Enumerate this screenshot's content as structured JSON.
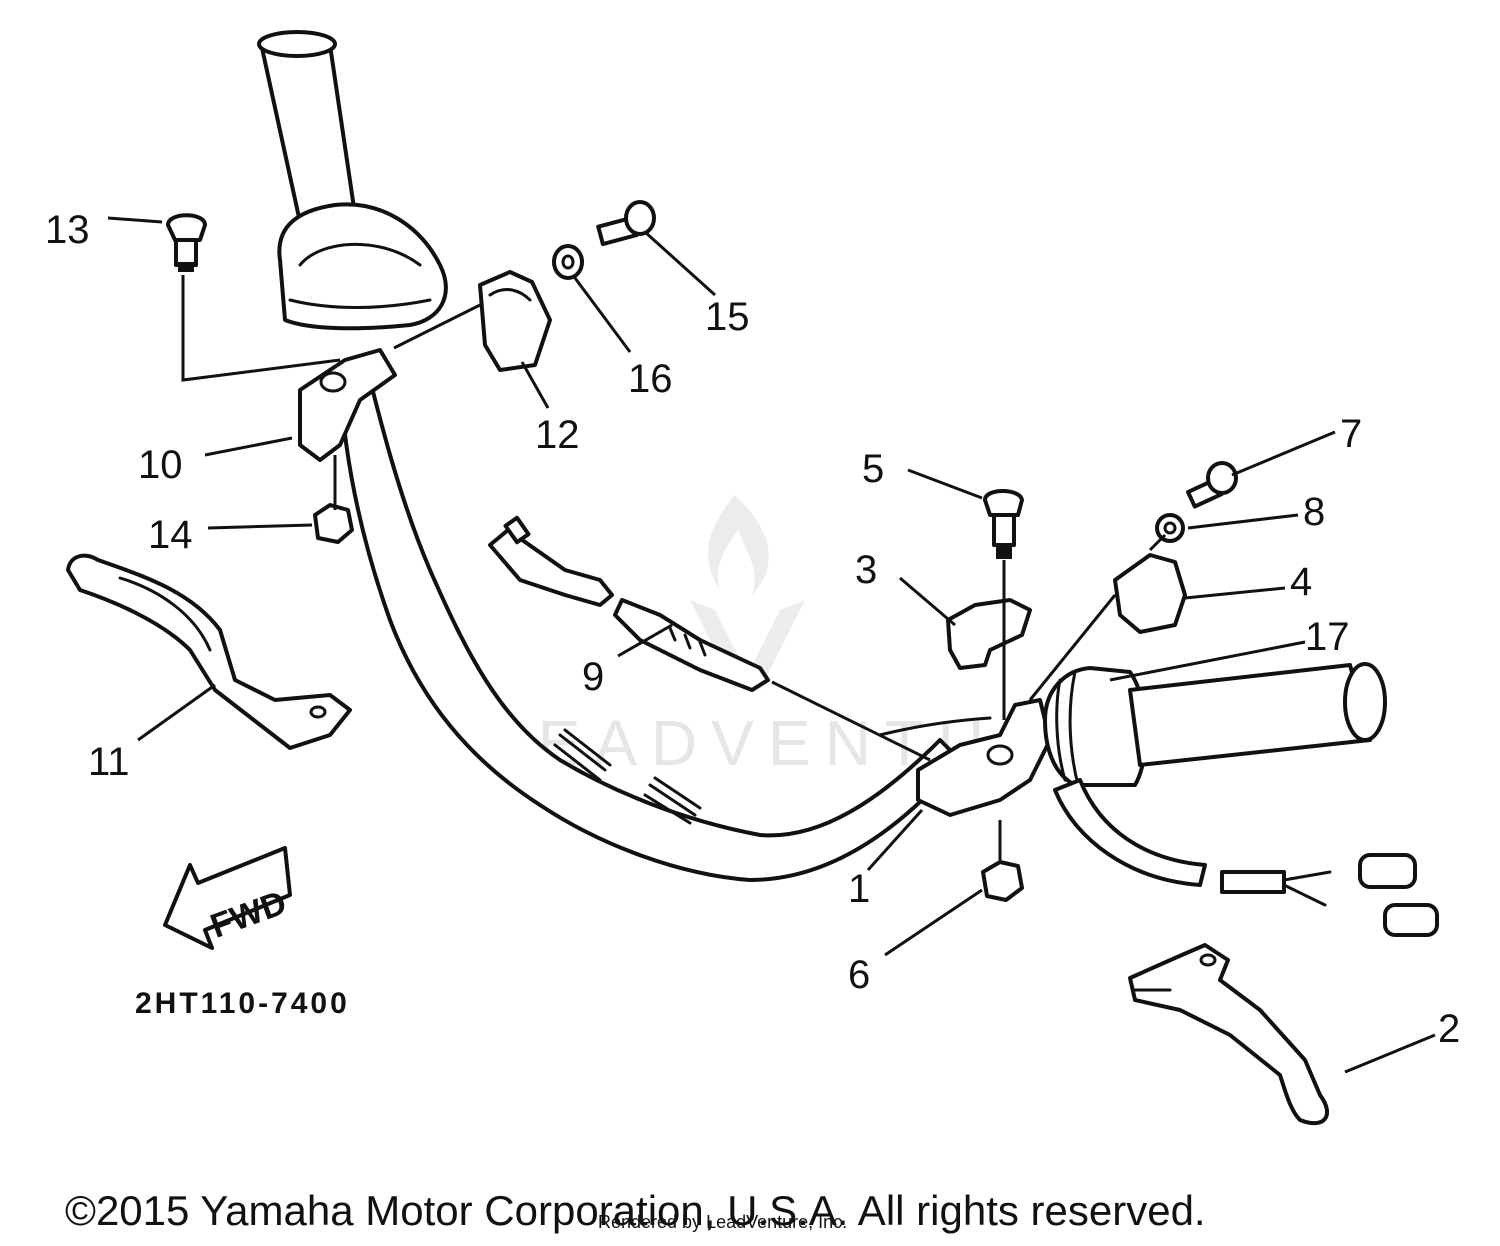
{
  "diagram": {
    "code": "2HT110-7400",
    "fwd_label": "FWD",
    "copyright": "©2015 Yamaha Motor Corporation, U.S.A. All rights reserved.",
    "rendered_by": "Rendered by LeadVenture, Inc.",
    "watermark": "LEADVENTURE",
    "callouts": [
      "1",
      "2",
      "3",
      "4",
      "5",
      "6",
      "7",
      "8",
      "9",
      "10",
      "11",
      "12",
      "13",
      "14",
      "15",
      "16",
      "17"
    ]
  }
}
